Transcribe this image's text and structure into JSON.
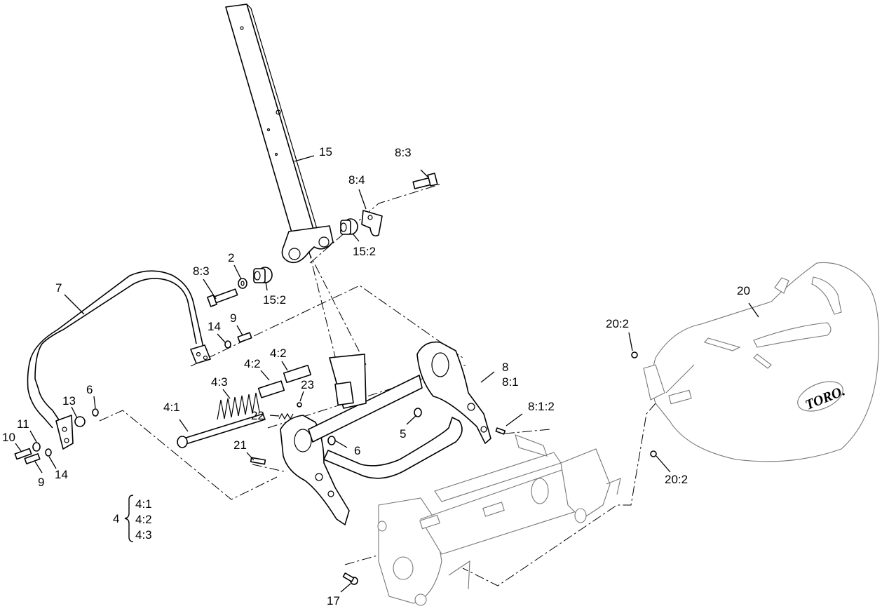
{
  "callouts": {
    "c15": "15",
    "c8_3_top": "8:3",
    "c8_4": "8:4",
    "c15_2_right": "15:2",
    "c8_3_left": "8:3",
    "c2": "2",
    "c15_2_left": "15:2",
    "c7": "7",
    "c14_top": "14",
    "c9_top": "9",
    "c4_2_a": "4:2",
    "c4_2_b": "4:2",
    "c4_3": "4:3",
    "c23": "23",
    "c22": "22",
    "c4_1": "4:1",
    "c21": "21",
    "c6_top": "6",
    "c13": "13",
    "c11": "11",
    "c10": "10",
    "c9_bottom": "9",
    "c14_bottom": "14",
    "c6_mid": "6",
    "c5": "5",
    "c8": "8",
    "c8_1": "8:1",
    "c8_1_2": "8:1:2",
    "c20": "20",
    "c20_2_top": "20:2",
    "c20_2_bottom": "20:2",
    "c17": "17"
  },
  "group_legend": {
    "parent": "4",
    "items": [
      "4:1",
      "4:2",
      "4:3"
    ]
  },
  "cover_brand": "TORO."
}
